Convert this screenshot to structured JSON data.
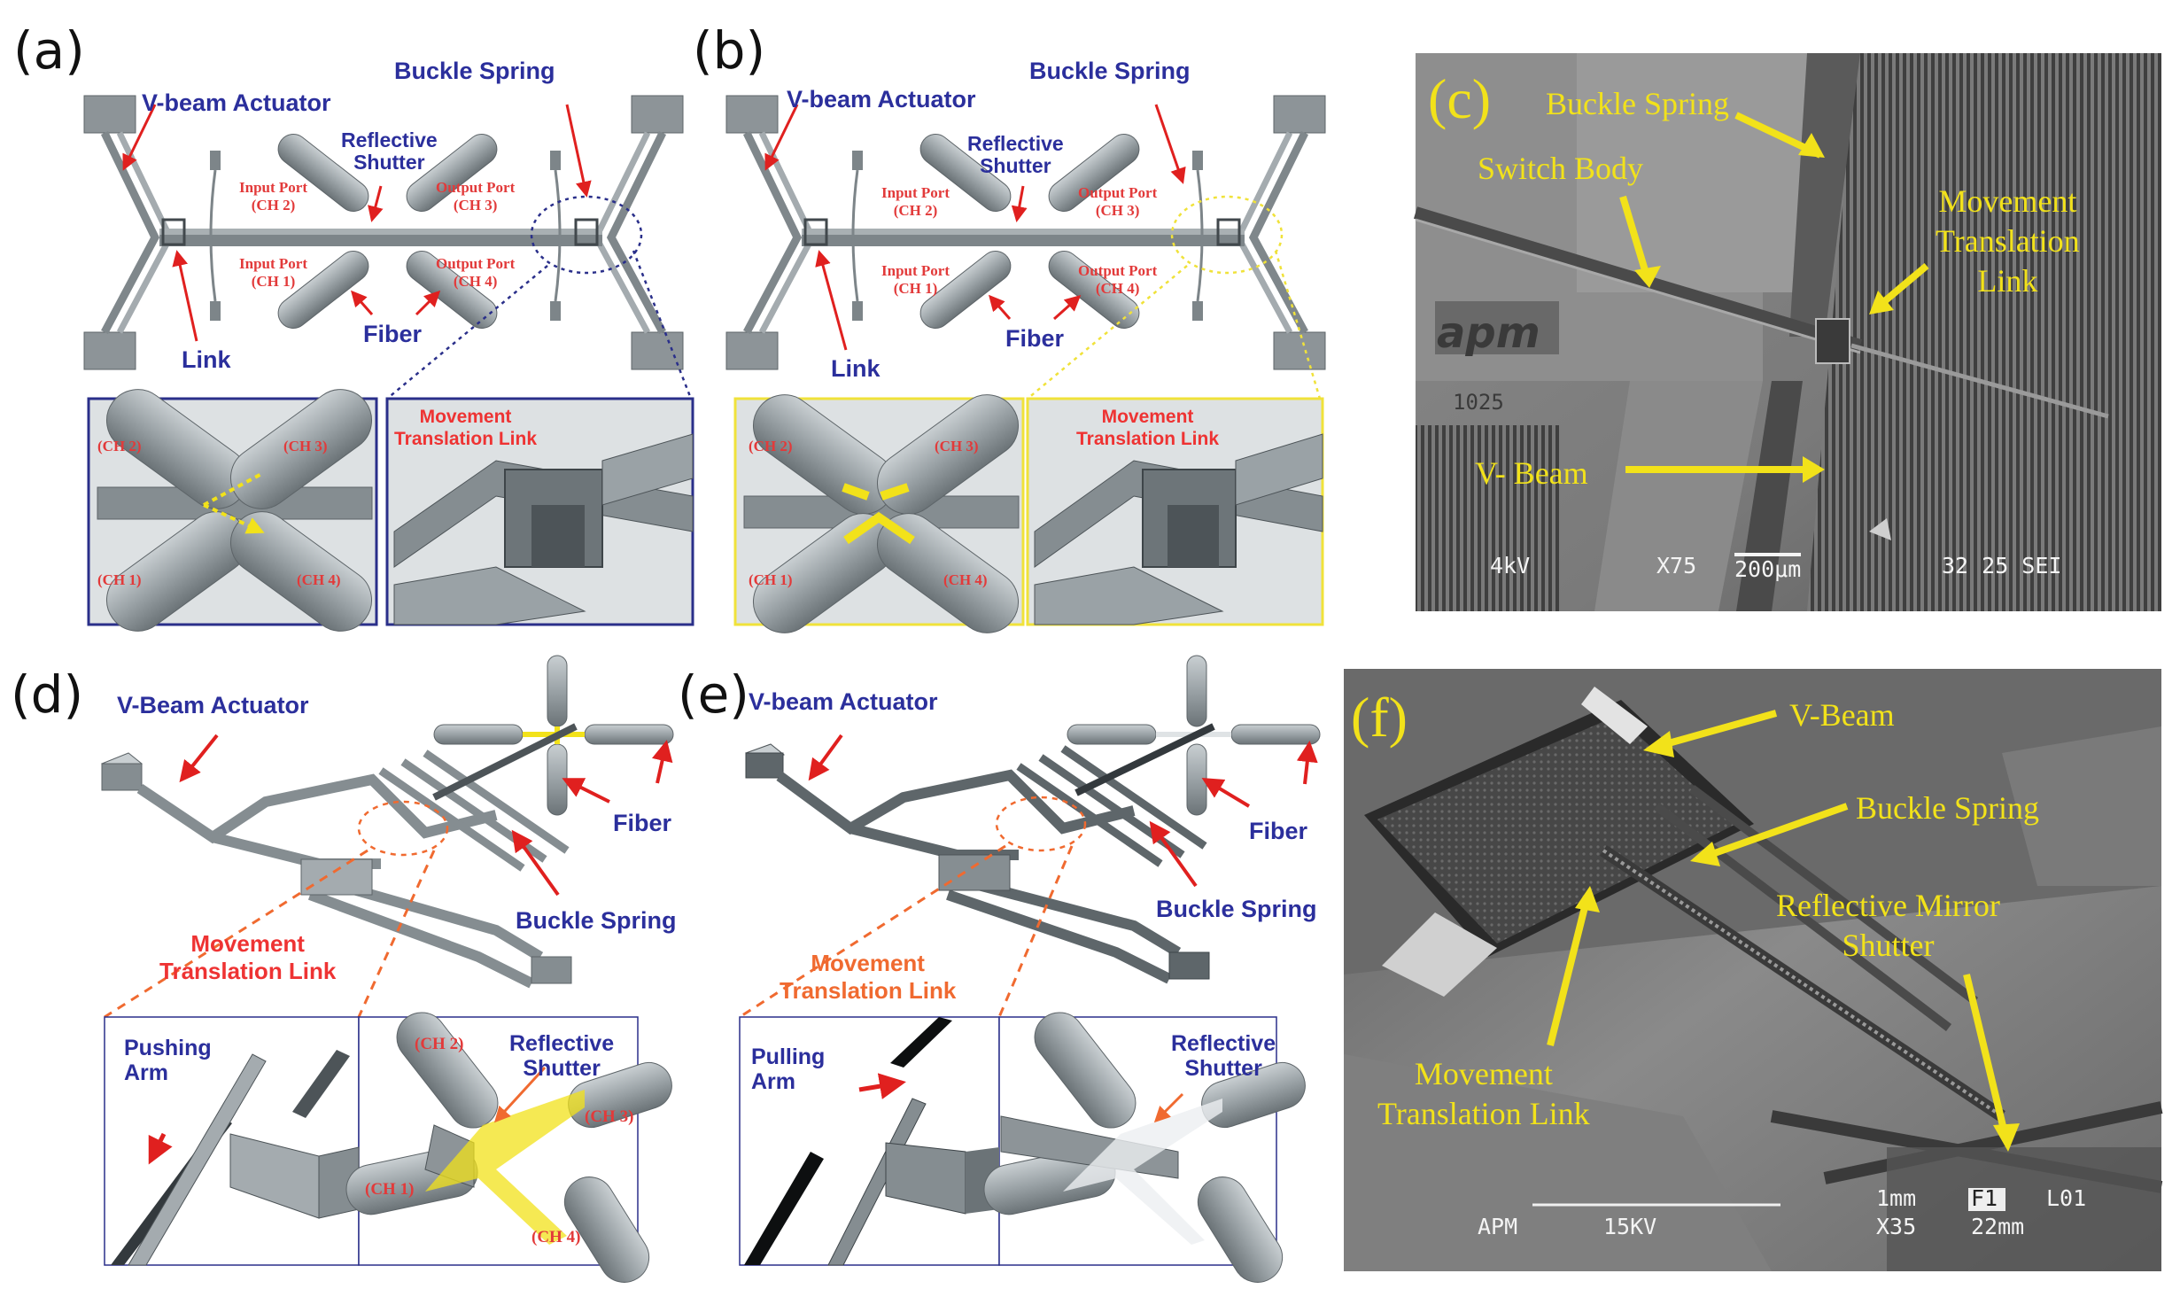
{
  "colors": {
    "label_blue": "#2b2f9c",
    "label_red": "#e23a3a",
    "arrow_red": "#e0201f",
    "highlight_yellow": "#f2e21a",
    "frame_blue": "#2a2f8a",
    "frame_yellow": "#f0e23a",
    "dash_orange": "#f06a30",
    "mech_gray": "#8d9498"
  },
  "panels": {
    "a": {
      "letter": "(a)",
      "v_beam": "V-beam Actuator",
      "buckle": "Buckle Spring",
      "shutter": "Reflective\nShutter",
      "in2": "Input Port\n(CH 2)",
      "out3": "Output Port\n(CH 3)",
      "in1": "Input Port\n(CH 1)",
      "out4": "Output Port\n(CH 4)",
      "link": "Link",
      "fiber": "Fiber",
      "inset_ch2": "(CH 2)",
      "inset_ch3": "(CH 3)",
      "inset_ch1": "(CH 1)",
      "inset_ch4": "(CH 4)",
      "mtl": "Movement\nTranslation Link"
    },
    "b": {
      "letter": "(b)",
      "v_beam": "V-beam Actuator",
      "buckle": "Buckle Spring",
      "shutter": "Reflective\nShutter",
      "in2": "Input Port\n(CH 2)",
      "out3": "Output Port\n(CH 3)",
      "in1": "Input Port\n(CH 1)",
      "out4": "Output Port\n(CH 4)",
      "link": "Link",
      "fiber": "Fiber",
      "inset_ch2": "(CH 2)",
      "inset_ch3": "(CH 3)",
      "inset_ch1": "(CH 1)",
      "inset_ch4": "(CH 4)",
      "mtl": "Movement\nTranslation Link"
    },
    "c": {
      "letter": "(c)",
      "buckle": "Buckle Spring",
      "switch_body": "Switch Body",
      "mtl": "Movement\nTranslation\nLink",
      "vbeam": "V- Beam",
      "logo": "apm",
      "logo_sub": "1025",
      "sem_kv": "4kV",
      "sem_mag": "X75",
      "sem_scale": "200μm",
      "sem_id": "32 25 SEI"
    },
    "d": {
      "letter": "(d)",
      "v_beam": "V-Beam Actuator",
      "fiber": "Fiber",
      "buckle": "Buckle Spring",
      "mtl": "Movement\nTranslation Link",
      "arm": "Pushing\nArm",
      "shutter": "Reflective\nShutter",
      "ch2": "(CH 2)",
      "ch3": "(CH 3)",
      "ch1": "(CH 1)",
      "ch4": "(CH 4)"
    },
    "e": {
      "letter": "(e)",
      "v_beam": "V-beam Actuator",
      "fiber": "Fiber",
      "buckle": "Buckle Spring",
      "mtl": "Movement\nTranslation Link",
      "arm": "Pulling\nArm",
      "shutter": "Reflective\nShutter"
    },
    "f": {
      "letter": "(f)",
      "vbeam": "V-Beam",
      "buckle": "Buckle Spring",
      "mirror": "Reflective Mirror\nShutter",
      "mtl": "Movement\nTranslation Link",
      "sem_scale": "1mm",
      "sem_tag": "F1",
      "sem_l": "L01",
      "sem_apm": "APM",
      "sem_kv": "15KV",
      "sem_mag": "X35",
      "sem_wd": "22mm"
    }
  }
}
